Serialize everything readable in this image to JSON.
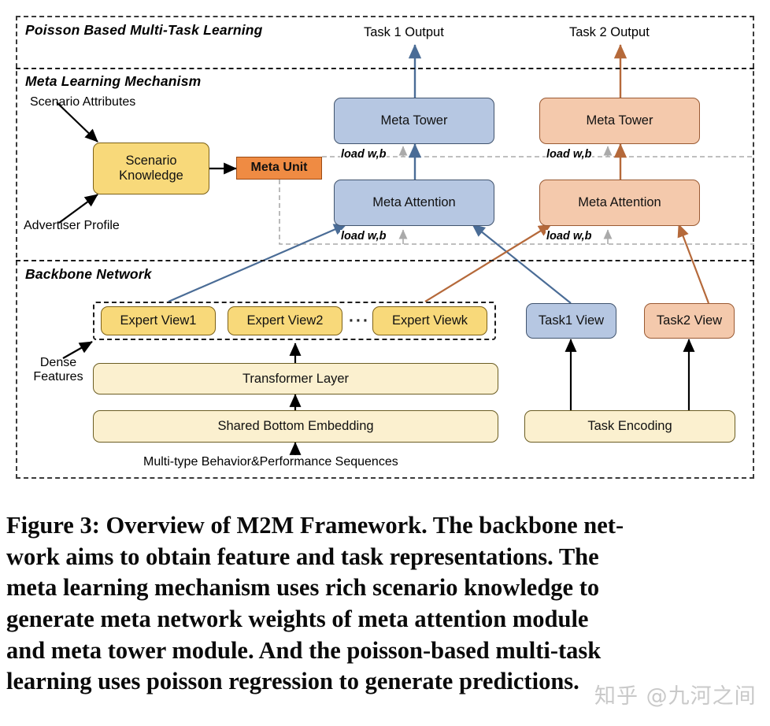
{
  "figure": {
    "sections": [
      {
        "id": "poisson",
        "title": "Poisson Based Multi-Task Learning"
      },
      {
        "id": "meta",
        "title": "Meta Learning Mechanism"
      },
      {
        "id": "backbone",
        "title": "Backbone Network"
      }
    ],
    "outputs": {
      "task1": "Task 1 Output",
      "task2": "Task 2 Output"
    },
    "inputs": {
      "scenario_attributes": "Scenario Attributes",
      "advertiser_profile": "Advertiser Profile",
      "dense_features": "Dense\nFeatures",
      "dense_features_line1": "Dense",
      "dense_features_line2": "Features",
      "sequences": "Multi-type Behavior&Performance Sequences"
    },
    "nodes": {
      "scenario_knowledge_line1": "Scenario",
      "scenario_knowledge_line2": "Knowledge",
      "meta_unit": "Meta Unit",
      "meta_tower_1": "Meta Tower",
      "meta_tower_2": "Meta Tower",
      "meta_attention_1": "Meta Attention",
      "meta_attention_2": "Meta Attention",
      "expert_view_1": "Expert View1",
      "expert_view_2": "Expert View2",
      "expert_view_k": "Expert Viewk",
      "expert_ellipsis": "···",
      "task1_view": "Task1 View",
      "task2_view": "Task2 View",
      "transformer_layer": "Transformer Layer",
      "shared_bottom_embedding": "Shared Bottom Embedding",
      "task_encoding": "Task Encoding"
    },
    "edge_labels": {
      "load_tower_1": "load w,b",
      "load_tower_2": "load w,b",
      "load_attn_1": "load w,b",
      "load_attn_2": "load w,b"
    },
    "colors": {
      "task1_blue": "#b6c7e2",
      "task1_blue_border": "#41546e",
      "task2_peach": "#f4c9ac",
      "task2_peach_border": "#9a5a33",
      "gold": "#f8d97a",
      "gold_border": "#7d6116",
      "cream": "#fbf0cf",
      "cream_border": "#6b5d23",
      "orange": "#ef8b43",
      "orange_border": "#9c4a13",
      "arrow_blue": "#4a6c96",
      "arrow_brown": "#b5693a",
      "arrow_black": "#000000",
      "arrow_gray": "#aaaaaa"
    }
  },
  "caption": {
    "lines": [
      "Figure 3: Overview of M2M Framework. The backbone net-",
      "work aims to obtain feature and task representations. The",
      "meta learning mechanism uses rich scenario knowledge to",
      "generate meta network weights of meta attention module",
      "and meta tower module. And the poisson-based multi-task",
      "learning uses poisson regression to generate predictions."
    ]
  },
  "watermark": {
    "text": "知乎 @九河之间"
  }
}
